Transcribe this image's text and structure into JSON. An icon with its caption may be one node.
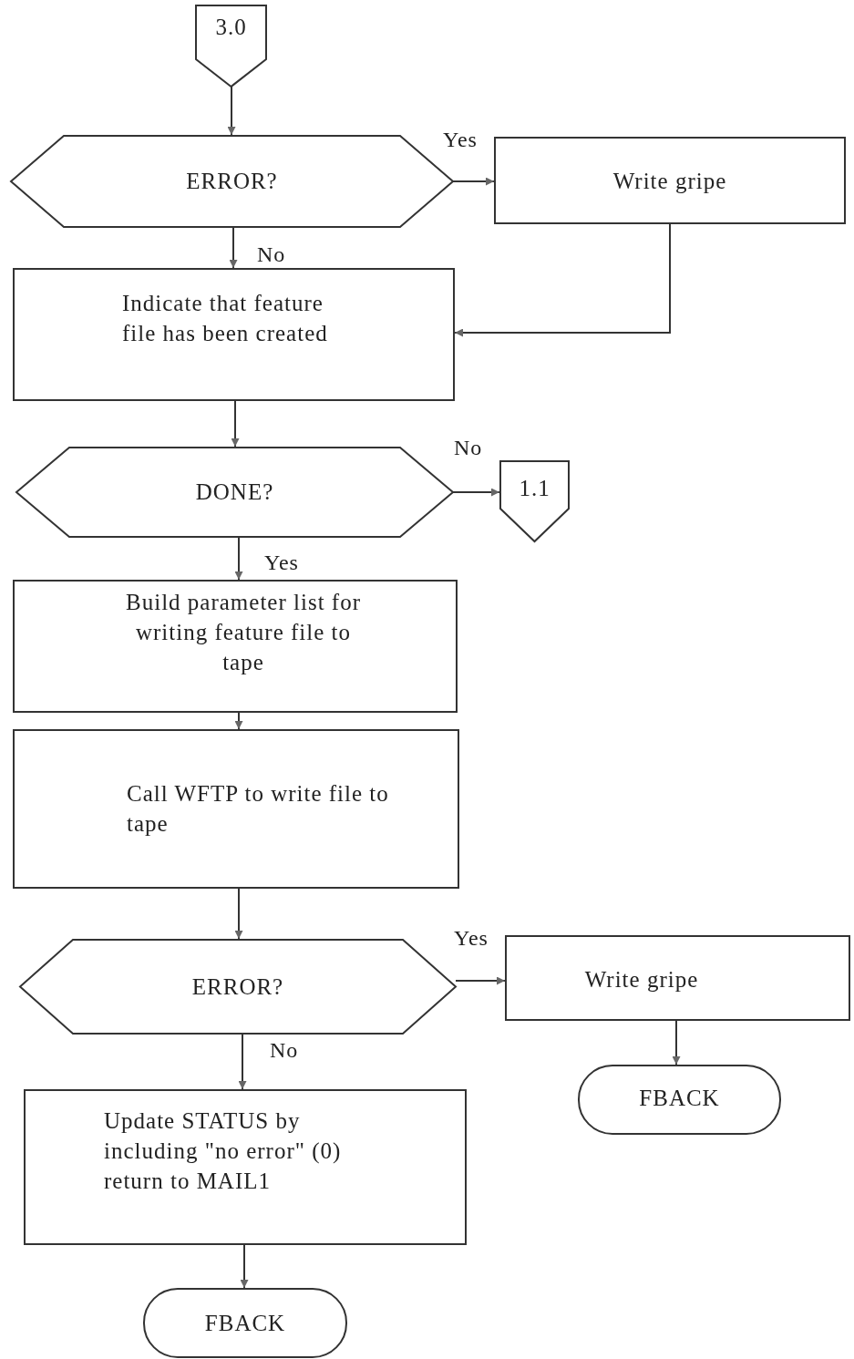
{
  "diagram": {
    "nodes": [
      {
        "text": [
          "3.0"
        ]
      },
      {
        "text": [
          "ERROR?"
        ]
      },
      {
        "text": [
          "Write gripe"
        ]
      },
      {
        "text": [
          "Indicate that feature file has been created"
        ]
      },
      {
        "text": [
          "DONE?"
        ]
      },
      {
        "text": [
          "1.1"
        ]
      },
      {
        "text": [
          "Build parameter list for writing feature file to tape"
        ]
      },
      {
        "text": [
          "Call WFTP to write file to tape"
        ]
      },
      {
        "text": [
          "ERROR?"
        ]
      },
      {
        "text": [
          "Write gripe"
        ]
      },
      {
        "text": [
          "FBACK"
        ]
      },
      {
        "text": [
          "Update STATUS by including \"no error\" (0) return to MAIL1"
        ]
      },
      {
        "text": [
          "FBACK"
        ]
      }
    ],
    "edges": [
      {
        "from": 0,
        "to": 1,
        "arrow": "to"
      },
      {
        "from": 1,
        "to": 2,
        "arrow": "to",
        "label": "Yes"
      },
      {
        "from": 1,
        "to": 3,
        "arrow": "to",
        "label": "No"
      },
      {
        "from": 2,
        "to": 3,
        "arrow": "to"
      },
      {
        "from": 3,
        "to": 4,
        "arrow": "to"
      },
      {
        "from": 4,
        "to": 5,
        "arrow": "to",
        "label": "No"
      },
      {
        "from": 4,
        "to": 6,
        "arrow": "to",
        "label": "Yes"
      },
      {
        "from": 6,
        "to": 7,
        "arrow": "to"
      },
      {
        "from": 7,
        "to": 8,
        "arrow": "to"
      },
      {
        "from": 8,
        "to": 9,
        "arrow": "to",
        "label": "Yes"
      },
      {
        "from": 8,
        "to": 11,
        "arrow": "to",
        "label": "No"
      },
      {
        "from": 9,
        "to": 10,
        "arrow": "to"
      },
      {
        "from": 11,
        "to": 12,
        "arrow": "to"
      }
    ]
  }
}
